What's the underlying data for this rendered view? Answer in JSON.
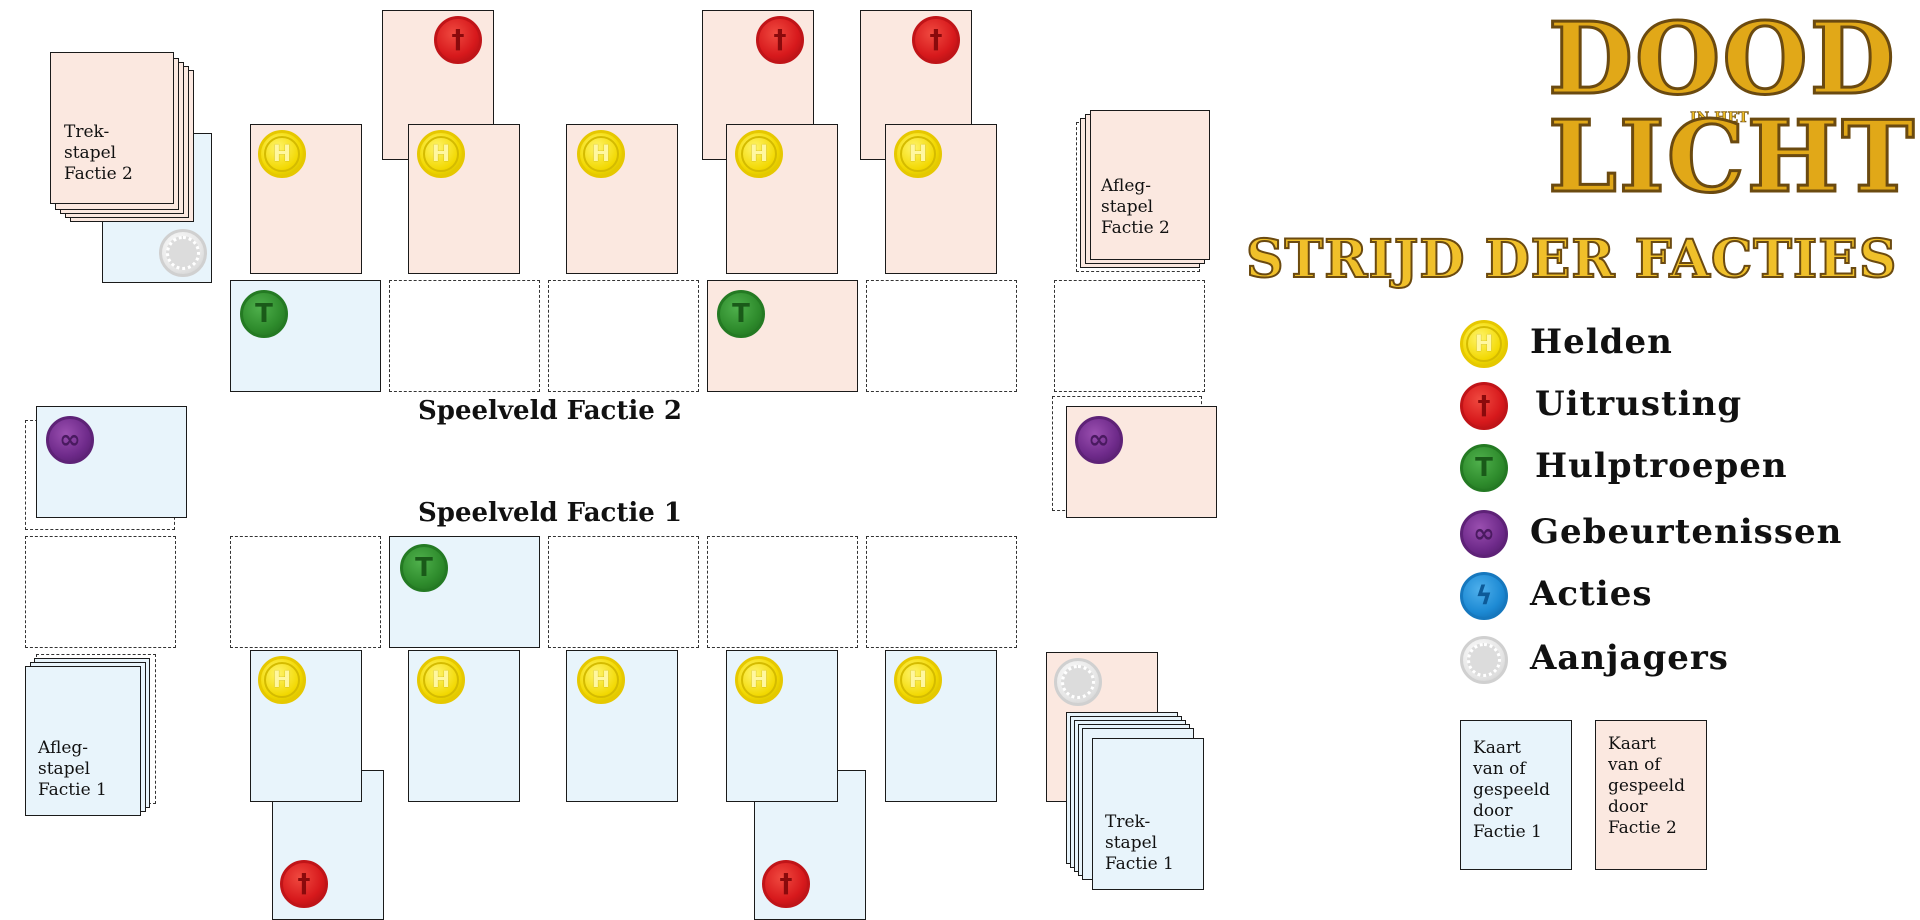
{
  "board": {
    "faction2_label": "Speelveld Factie 2",
    "faction1_label": "Speelveld Factie 1"
  },
  "decks": {
    "draw2": "Trek-\nstapel\nFactie 2",
    "discard2": "Afleg-\nstapel\nFactie 2",
    "discard1": "Afleg-\nstapel\nFactie 1",
    "draw1": "Trek-\nstapel\nFactie 1"
  },
  "logo": {
    "line1": "DOOD",
    "small": "IN HET",
    "line2": "LICHT",
    "line3": "STRIJD DER FACTIES"
  },
  "legend": {
    "heroes": "Helden",
    "equipment": "Uitrusting",
    "helpers": "Hulptroepen",
    "events": "Gebeurtenissen",
    "actions": "Acties",
    "drivers": "Aanjagers"
  },
  "card_legend": {
    "faction1": "Kaart\nvan of\ngespeeld\ndoor\nFactie 1",
    "faction2": "Kaart\nvan of\ngespeeld\ndoor\nFactie 2"
  },
  "token_glyphs": {
    "hero": "H",
    "equipment": "†",
    "helper": "T",
    "event": "∞",
    "action": "ϟ"
  },
  "colors": {
    "faction1_card": "#e8f4fb",
    "faction2_card": "#fbe8e0",
    "hero": "#f2d800",
    "equipment": "#d7191c",
    "helper": "#2e8b2c",
    "event": "#6e2a8a",
    "action": "#1d8ad4",
    "driver": "#e6e6e6",
    "logo_gold": "#e1a818"
  }
}
